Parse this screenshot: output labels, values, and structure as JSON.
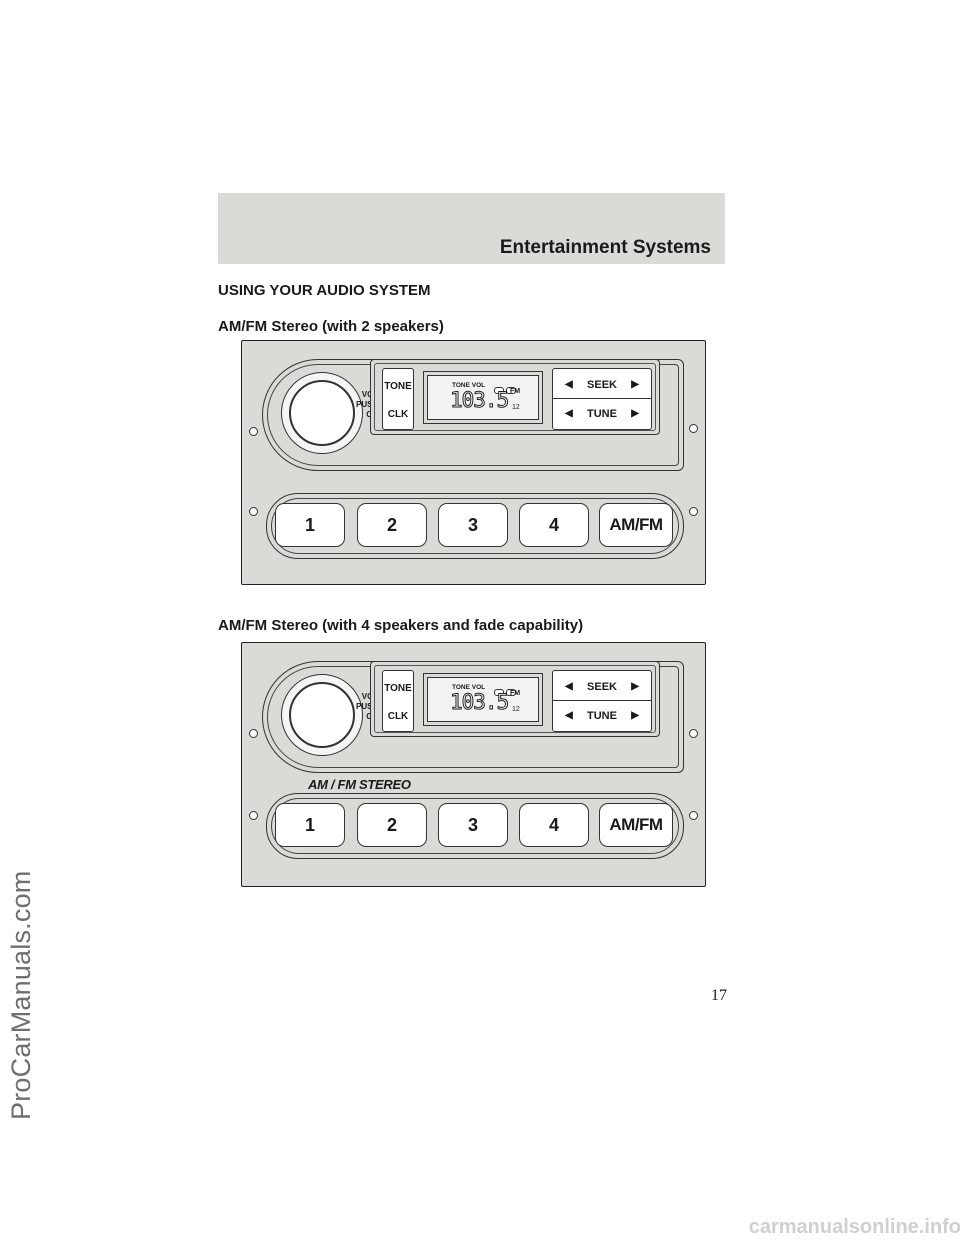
{
  "watermark_side": "ProCarManuals.com",
  "header": {
    "title": "Entertainment Systems"
  },
  "section_title": "USING YOUR AUDIO SYSTEM",
  "radios": [
    {
      "caption": "AM/FM Stereo (with 2 speakers)",
      "vol_label": [
        "VOL",
        "PUSH",
        "ON"
      ],
      "tone": "TONE",
      "clk": "CLK",
      "lcd": {
        "tone_vol": "TONE VOL",
        "freq": "103.5",
        "band": "FM",
        "preset": "12"
      },
      "seek": "SEEK",
      "tune": "TUNE",
      "presets": [
        "1",
        "2",
        "3",
        "4",
        "AM/FM"
      ],
      "stereo_label": ""
    },
    {
      "caption": "AM/FM Stereo (with 4 speakers and fade capability)",
      "vol_label": [
        "VOL",
        "PUSH",
        "ON"
      ],
      "tone": "TONE",
      "clk": "CLK",
      "lcd": {
        "tone_vol": "TONE VOL",
        "freq": "103.5",
        "band": "FM",
        "preset": "12"
      },
      "seek": "SEEK",
      "tune": "TUNE",
      "presets": [
        "1",
        "2",
        "3",
        "4",
        "AM/FM"
      ],
      "stereo_label": "AM / FM STEREO"
    }
  ],
  "page_number": "17",
  "footer_watermark": "carmanualsonline.info",
  "colors": {
    "band": "#d9dbd7",
    "ink": "#1a1a1a"
  }
}
